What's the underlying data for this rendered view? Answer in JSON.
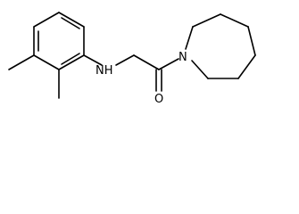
{
  "atoms": {
    "amine_n": "NH",
    "ring_n": "N",
    "carbonyl_o": "O"
  },
  "colors": {
    "ink": "#000000",
    "background": "#ffffff"
  }
}
